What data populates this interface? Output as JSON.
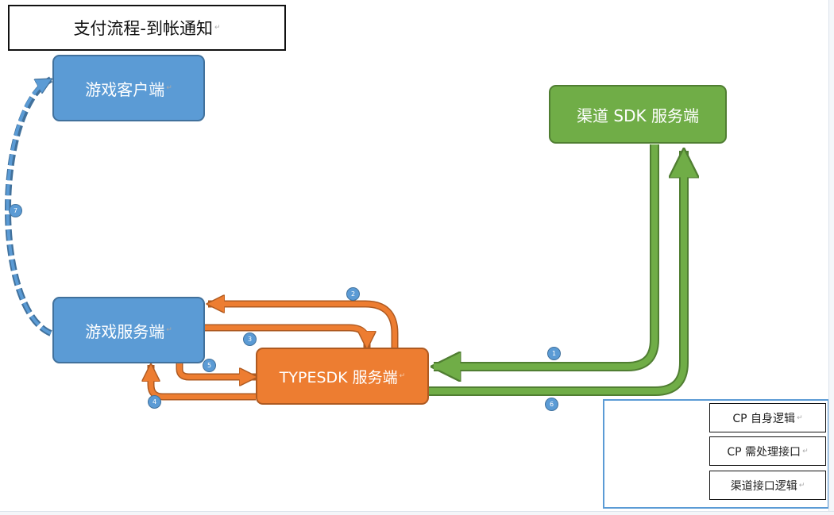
{
  "title": "支付流程-到帐通知",
  "nodes": {
    "game_client": "游戏客户端",
    "game_server": "游戏服务端",
    "channel_sdk": "渠道 SDK 服务端",
    "typesdk": "TYPESDK 服务端"
  },
  "steps": [
    "1",
    "2",
    "3",
    "4",
    "5",
    "6",
    "7"
  ],
  "legend": {
    "cp_self": "CP 自身逻辑",
    "cp_interface": "CP 需处理接口",
    "channel_interface": "渠道接口逻辑"
  },
  "colors": {
    "blue": "#5b9bd5",
    "orange": "#ed7d31",
    "green": "#70ad47"
  },
  "edit_mark": "↵"
}
